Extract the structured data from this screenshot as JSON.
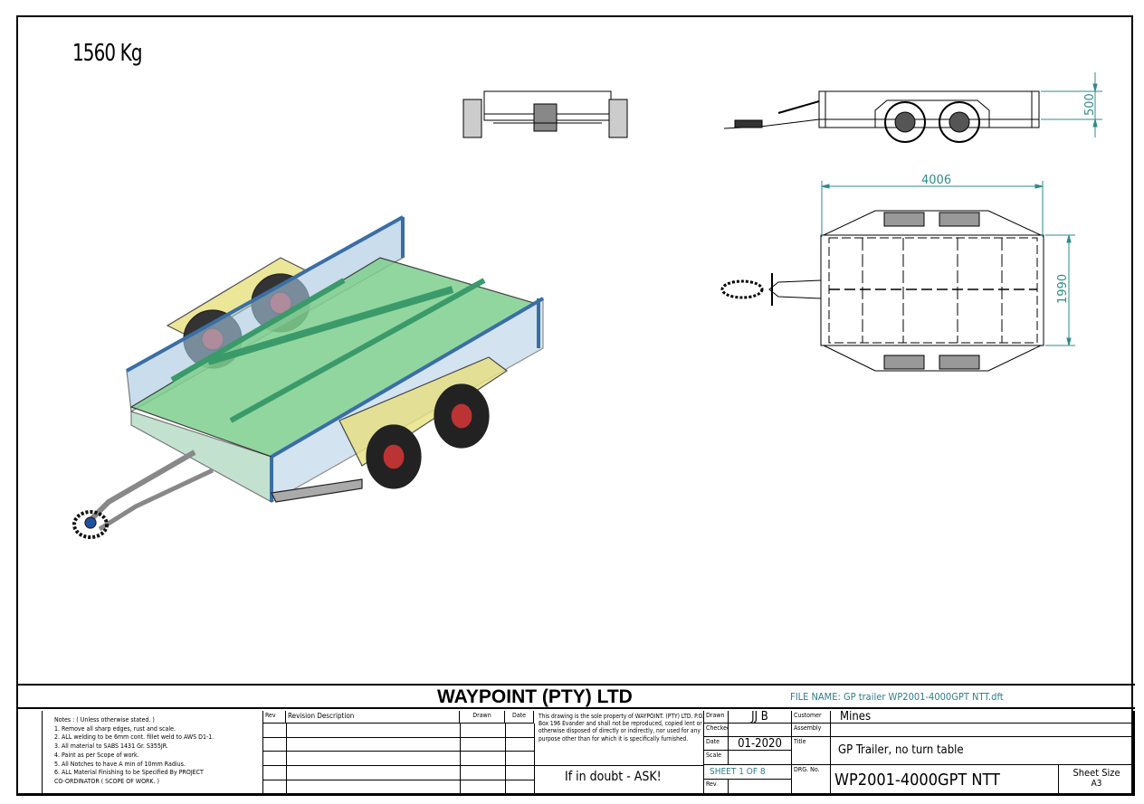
{
  "drawing": {
    "weight": "1560 Kg",
    "dimensions": {
      "height": "500",
      "length": "4006",
      "width": "1990"
    }
  },
  "title_block": {
    "company": "WAYPOINT (PTY) LTD",
    "file_name": "FILE NAME: GP trailer  WP2001-4000GPT NTT.dft",
    "notes": [
      "Notes : ( Unless otherwise stated. )",
      "1. Remove all sharp edges, rust and scale.",
      "2. ALL welding to be 6mm cont. fillet weld to AWS D1-1.",
      "3. All material to SABS 1431 Gr. S355JR.",
      "4. Paint as per Scope of work.",
      "5. All Notches to have A min of 10mm Radius.",
      "6. ALL Material Finishing to be Specified By PROJECT",
      " CO-ORDINATOR ( SCOPE OF WORK. )"
    ],
    "revision_headers": {
      "rev": "Rev",
      "description": "Revision Description",
      "drawn": "Drawn",
      "date": "Date"
    },
    "property_notice": "This drawing is the sole property of WAYPOINT. (PTY) LTD. P.O. Box 196 Evander and shall not be reproduced, copied lent or otherwise disposed of directly or indirectly, nor used for any purpose other than for which it is specifically furnished.",
    "warning": "If in doubt - ASK!",
    "labels": {
      "drawn": "Drawn",
      "checked": "Checked",
      "date": "Date",
      "scale": "Scale",
      "rev": "Rev",
      "customer": "Customer",
      "assembly": "Assembly",
      "title": "Title",
      "drg_no": "DRG. No.",
      "sheet_size": "Sheet Size"
    },
    "values": {
      "drawn": "JJ B",
      "checked": "",
      "date": "01-2020",
      "scale": "",
      "sheet": "SHEET 1 OF 8",
      "rev": "",
      "customer": "Mines",
      "assembly": "",
      "title": "GP Trailer, no turn table",
      "drg_no": "WP2001-4000GPT NTT",
      "sheet_size": "A3"
    }
  },
  "colors": {
    "dimension": "#2e8b8b",
    "deck": "#7fcf8f",
    "frame": "#3a6ea5",
    "fender": "#e8e080"
  }
}
